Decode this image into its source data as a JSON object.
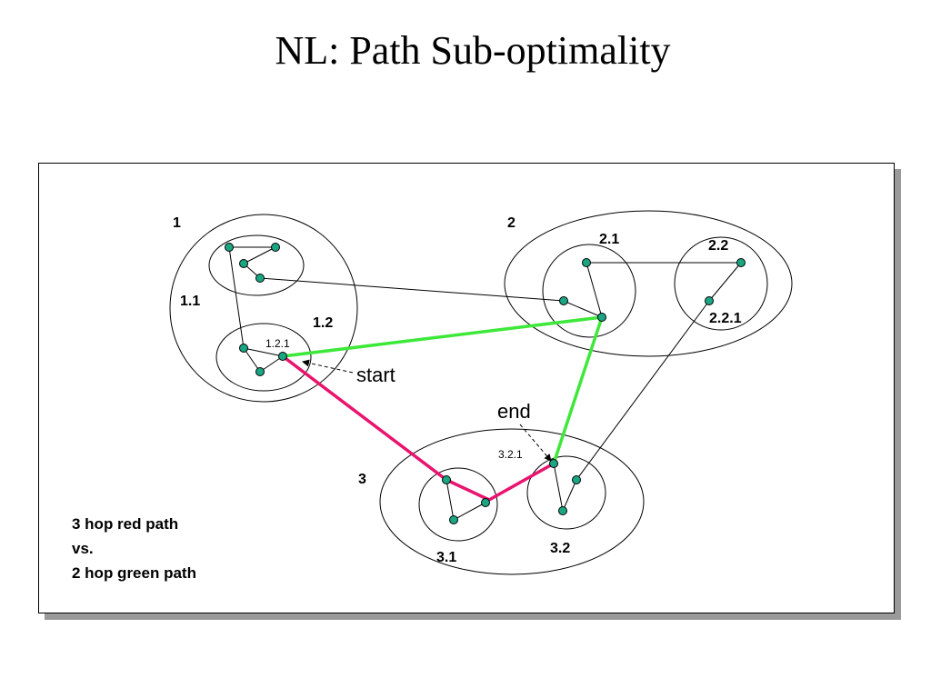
{
  "title": "NL: Path Sub-optimality",
  "labels": {
    "cluster_1": "1",
    "cluster_1_1": "1.1",
    "cluster_1_2": "1.2",
    "node_1_2_1": "1.2.1",
    "cluster_2": "2",
    "cluster_2_1": "2.1",
    "cluster_2_2": "2.2",
    "node_2_2_1": "2.2.1",
    "cluster_3": "3",
    "cluster_3_1": "3.1",
    "cluster_3_2": "3.2",
    "node_3_2_1": "3.2.1",
    "start": "start",
    "end": "end"
  },
  "caption": {
    "line1": "3 hop red path",
    "line2": "vs.",
    "line3": "2 hop green path"
  },
  "colors": {
    "node_fill": "#1aa683",
    "red_path": "#e8146e",
    "green_path": "#3ee83a",
    "shadow": "#9a9a9a"
  }
}
